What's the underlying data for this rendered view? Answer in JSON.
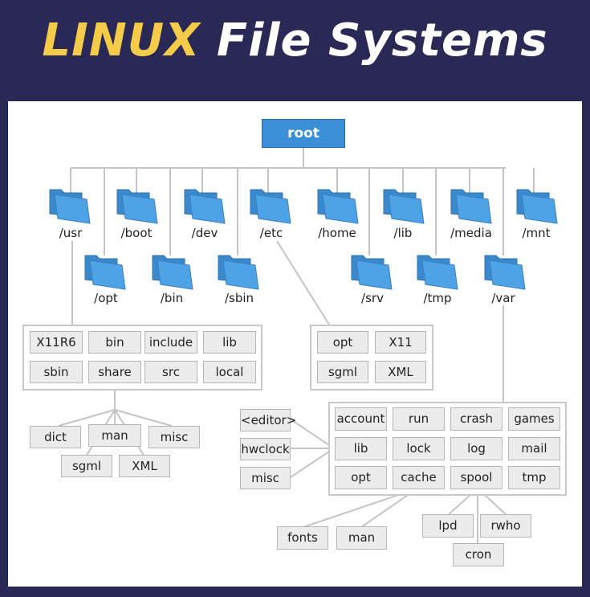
{
  "title": {
    "part1": "LINUX",
    "part2": "File Systems"
  },
  "colors": {
    "background": "#2a2855",
    "title_accent": "#f5cc4a",
    "root_fill": "#3a8fd6",
    "folder_blue": "#4ea3e6",
    "node_fill": "#ececec",
    "line": "#c4c4c4"
  },
  "root": "root",
  "folders": {
    "usr": "/usr",
    "boot": "/boot",
    "dev": "/dev",
    "etc": "/etc",
    "home": "/home",
    "lib": "/lib",
    "media": "/media",
    "mnt": "/mnt",
    "opt": "/opt",
    "bin": "/bin",
    "sbin": "/sbin",
    "srv": "/srv",
    "tmp": "/tmp",
    "var": "/var"
  },
  "usr_children": [
    "X11R6",
    "bin",
    "include",
    "lib",
    "sbin",
    "share",
    "src",
    "local"
  ],
  "share_children": [
    "dict",
    "man",
    "misc",
    "sgml",
    "XML"
  ],
  "etc_children": [
    "opt",
    "X11",
    "sgml",
    "XML"
  ],
  "var_children": [
    "account",
    "run",
    "crash",
    "games",
    "lib",
    "lock",
    "log",
    "mail",
    "opt",
    "cache",
    "spool",
    "tmp"
  ],
  "var_lib_children": [
    "<editor>",
    "hwclock",
    "misc"
  ],
  "cache_children": [
    "fonts",
    "man"
  ],
  "spool_children": [
    "lpd",
    "rwho",
    "cron"
  ]
}
